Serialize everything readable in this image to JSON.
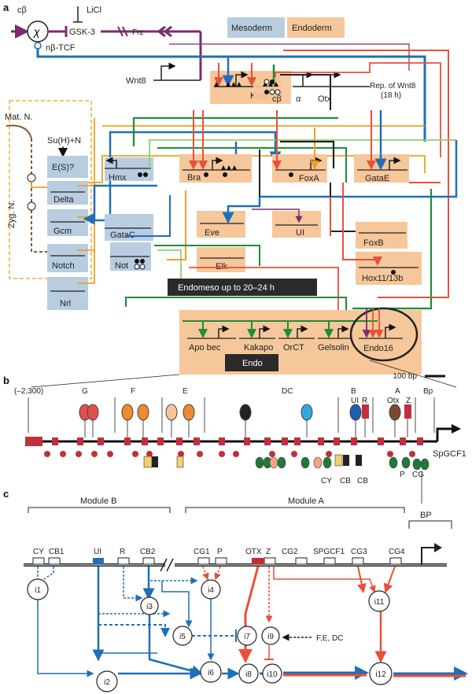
{
  "panels": {
    "a": "a",
    "b": "b",
    "c": "c"
  },
  "colors": {
    "mesoderm_box": "#b8cde0",
    "endoderm_box": "#f6c79a",
    "blue": "#1f6fb5",
    "red": "#e8503a",
    "purple": "#7b2d6e",
    "orange": "#f0a020",
    "green": "#1e8c3a",
    "lightgreen": "#8fd070",
    "black": "#111111",
    "brown": "#8b5a2b"
  },
  "panel_a": {
    "legend": {
      "mesoderm": "Mesoderm",
      "endoderm": "Endoderm"
    },
    "inputs": {
      "cb": "cβ",
      "chi": "χ",
      "licl": "LiCl",
      "gsk3": "GSK-3",
      "frz": "Frz",
      "nbtcf": "nβ-TCF",
      "wnt8": "Wnt8",
      "matn": "Mat. N.",
      "suhn": "Su(H)+N",
      "zygn": "Zyg. N.",
      "rep_wnt8": "Rep. of Wnt8",
      "rep_time": "(18 h)"
    },
    "genes": {
      "krox": "Krox",
      "cbeta": "cβ",
      "alpha": "α",
      "otx": "Otx",
      "es": "E(S)?",
      "delta": "Delta",
      "gcm": "Gcm",
      "notch": "Notch",
      "nrl": "Nrl",
      "hmx": "Hmx",
      "gatac": "GataC",
      "not": "Not",
      "bra": "Bra",
      "foxa": "FoxA",
      "gatae": "GataE",
      "eve": "Eve",
      "ui": "UI",
      "foxb": "FoxB",
      "elk": "Elk",
      "hox": "Hox11/13b"
    },
    "endomeso_banner": "Endomeso up to 20–24 h",
    "endo_genes": {
      "apobec": "Apo bec",
      "kakapo": "Kakapo",
      "orct": "OrCT",
      "gelsolin": "Gelsolin",
      "endo16": "Endo16"
    },
    "endo_banner": "Endo"
  },
  "panel_b": {
    "scale": "100 bp",
    "coord": "(–2,300)",
    "modules": {
      "g": "G",
      "f": "F",
      "e": "E",
      "dc": "DC",
      "b": "B",
      "a": "A",
      "bp": "Bp"
    },
    "site_labels": {
      "ui": "UI",
      "r": "R",
      "otx": "Otx",
      "z": "Z",
      "p": "P",
      "cg": "CG",
      "cy": "CY",
      "cb1": "CB",
      "cb2": "CB"
    },
    "gene": "SpGCF1"
  },
  "panel_c": {
    "module_b": "Module B",
    "module_a": "Module A",
    "bp": "BP",
    "sites": {
      "cy": "CY",
      "cb1": "CB1",
      "ui": "UI",
      "r": "R",
      "cb2": "CB2",
      "cg1": "CG1",
      "p": "P",
      "otx": "OTX",
      "z": "Z",
      "cg2": "CG2",
      "spgcf1": "SPGCF1",
      "cg3": "CG3",
      "cg4": "CG4"
    },
    "nodes": {
      "i1": "i1",
      "i2": "i2",
      "i3": "i3",
      "i4": "i4",
      "i5": "i5",
      "i6": "i6",
      "i7": "i7",
      "i8": "i8",
      "i9": "i9",
      "i10": "i10",
      "i11": "i11",
      "i12": "i12"
    },
    "inputs_fedc": "F,E, DC"
  }
}
